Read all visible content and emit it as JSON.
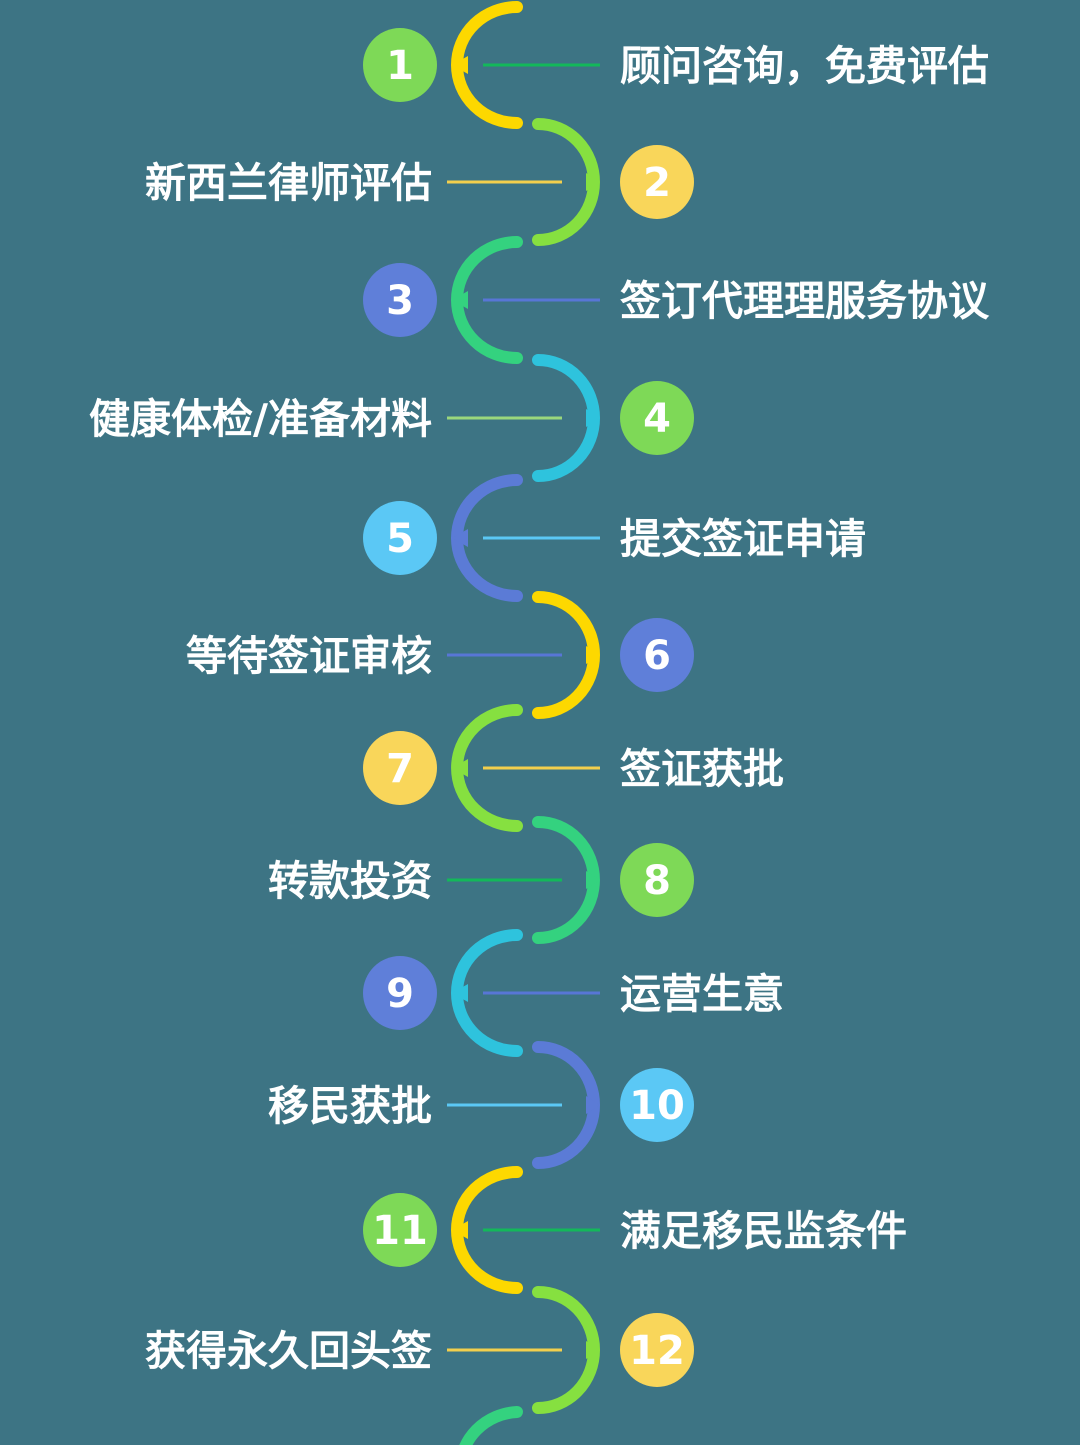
{
  "steps": [
    {
      "num": "1",
      "label": "顾问咨询，免费评估",
      "circle_color": "#7ed957",
      "line_color": "#13b85a",
      "arc_color": "#fdd800"
    },
    {
      "num": "2",
      "label": "新西兰律师评估",
      "circle_color": "#f9d65a",
      "line_color": "#f3cf4d",
      "arc_color": "#86e040"
    },
    {
      "num": "3",
      "label": "签订代理理服务协议",
      "circle_color": "#5f7fd9",
      "line_color": "#5876d6",
      "arc_color": "#34d27f"
    },
    {
      "num": "4",
      "label": "健康体检/准备材料",
      "circle_color": "#7ed957",
      "line_color": "#9ad77c",
      "arc_color": "#2ec3dd"
    },
    {
      "num": "5",
      "label": "提交签证申请",
      "circle_color": "#5bc8f5",
      "line_color": "#5bc8f5",
      "arc_color": "#5b7bd6"
    },
    {
      "num": "6",
      "label": "等待签证审核",
      "circle_color": "#5f7fd9",
      "line_color": "#5876d6",
      "arc_color": "#fdd800"
    },
    {
      "num": "7",
      "label": "签证获批",
      "circle_color": "#f9d65a",
      "line_color": "#f3cf4d",
      "arc_color": "#86e040"
    },
    {
      "num": "8",
      "label": "转款投资",
      "circle_color": "#7ed957",
      "line_color": "#13b85a",
      "arc_color": "#34d27f"
    },
    {
      "num": "9",
      "label": "运营生意",
      "circle_color": "#5f7fd9",
      "line_color": "#5876d6",
      "arc_color": "#2ec3dd"
    },
    {
      "num": "10",
      "label": "移民获批",
      "circle_color": "#5bc8f5",
      "line_color": "#5bc8f5",
      "arc_color": "#5b7bd6"
    },
    {
      "num": "11",
      "label": "满足移民监条件",
      "circle_color": "#7ed957",
      "line_color": "#13b85a",
      "arc_color": "#fdd800"
    },
    {
      "num": "12",
      "label": "获得永久回头签",
      "circle_color": "#f9d65a",
      "line_color": "#f3cf4d",
      "arc_color": "#86e040"
    }
  ],
  "trailing_arc_color": "#34d27f"
}
